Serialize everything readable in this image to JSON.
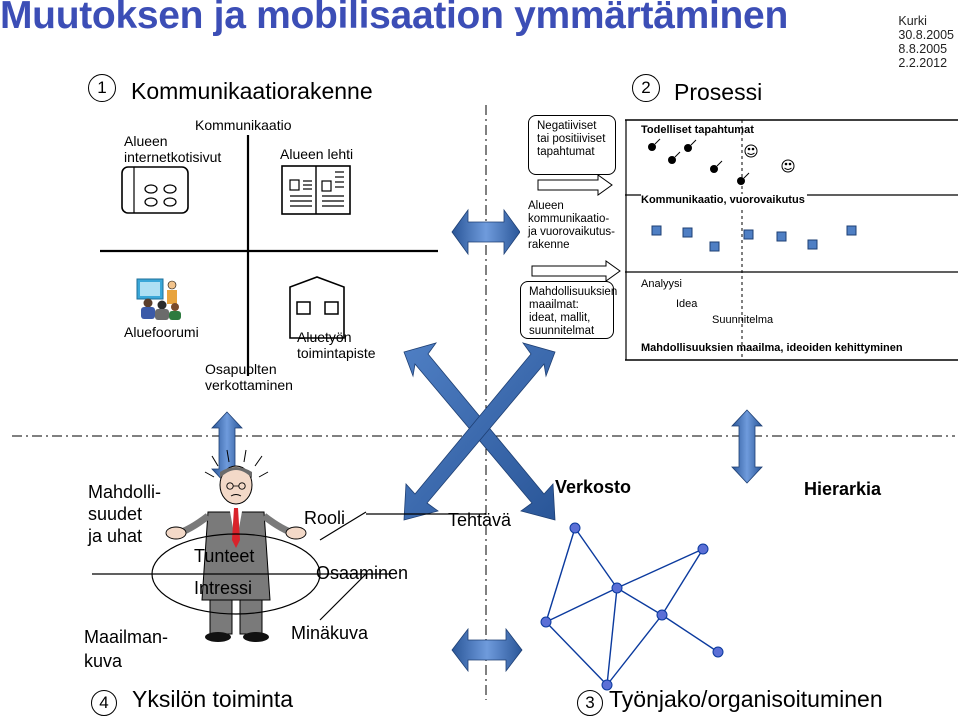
{
  "title": "Muutoksen ja mobilisaation ymmärtäminen",
  "kurki": {
    "name": "Kurki",
    "dates": [
      "30.8.2005",
      "8.8.2005",
      "2.2.2012"
    ]
  },
  "q1": {
    "number": "1",
    "heading": "Kommunikaatiorakenne",
    "kommunikaatio": "Kommunikaatio",
    "internet": [
      "Alueen",
      "internetkotisivut"
    ],
    "lehti": "Alueen lehti",
    "foorumi": "Aluefoorumi",
    "toimintapiste": [
      "Aluetyön",
      "toimintapiste"
    ],
    "verkottaminen": [
      "Osapuolten",
      "verkottaminen"
    ]
  },
  "q2": {
    "number": "2",
    "heading": "Prosessi",
    "box1": "Negatiiviset\ntai positiiviset\ntapahtumat",
    "box2": "Alueen\nkommunikaatio-\nja vuorovaikutus-\nrakenne",
    "box3": "Mahdollisuuksien\nmaailmat:\nideat, mallit,\nsuunnitelmat",
    "todelliset": "Todelliset tapahtumat",
    "kommunikaatio": "Kommunikaatio, vuorovaikutus",
    "analyysi": "Analyysi",
    "idea": "Idea",
    "suunnitelma": "Suunnitelma",
    "maailma": "Mahdollisuuksien maailma, ideoiden kehittyminen"
  },
  "q4": {
    "number": "4",
    "heading": "Yksilön toiminta",
    "mahdollisuudet": [
      "Mahdolli-",
      "suudet",
      "ja uhat"
    ],
    "tunteet": "Tunteet",
    "intressi": "Intressi",
    "rooli": "Rooli",
    "osaaminen": "Osaaminen",
    "maailmankuva": [
      "Maailman-",
      "kuva"
    ],
    "minakuva": "Minäkuva"
  },
  "q3": {
    "number": "3",
    "heading": "Työnjako/organisoituminen",
    "tehtava": "Tehtävä",
    "verkosto": "Verkosto",
    "hierarkia": "Hierarkia"
  },
  "colors": {
    "title": "#3c4eb6",
    "arrow_fill": "#4f7fc4",
    "arrow_dark": "#2a5698",
    "square": "#4f7fc4"
  }
}
